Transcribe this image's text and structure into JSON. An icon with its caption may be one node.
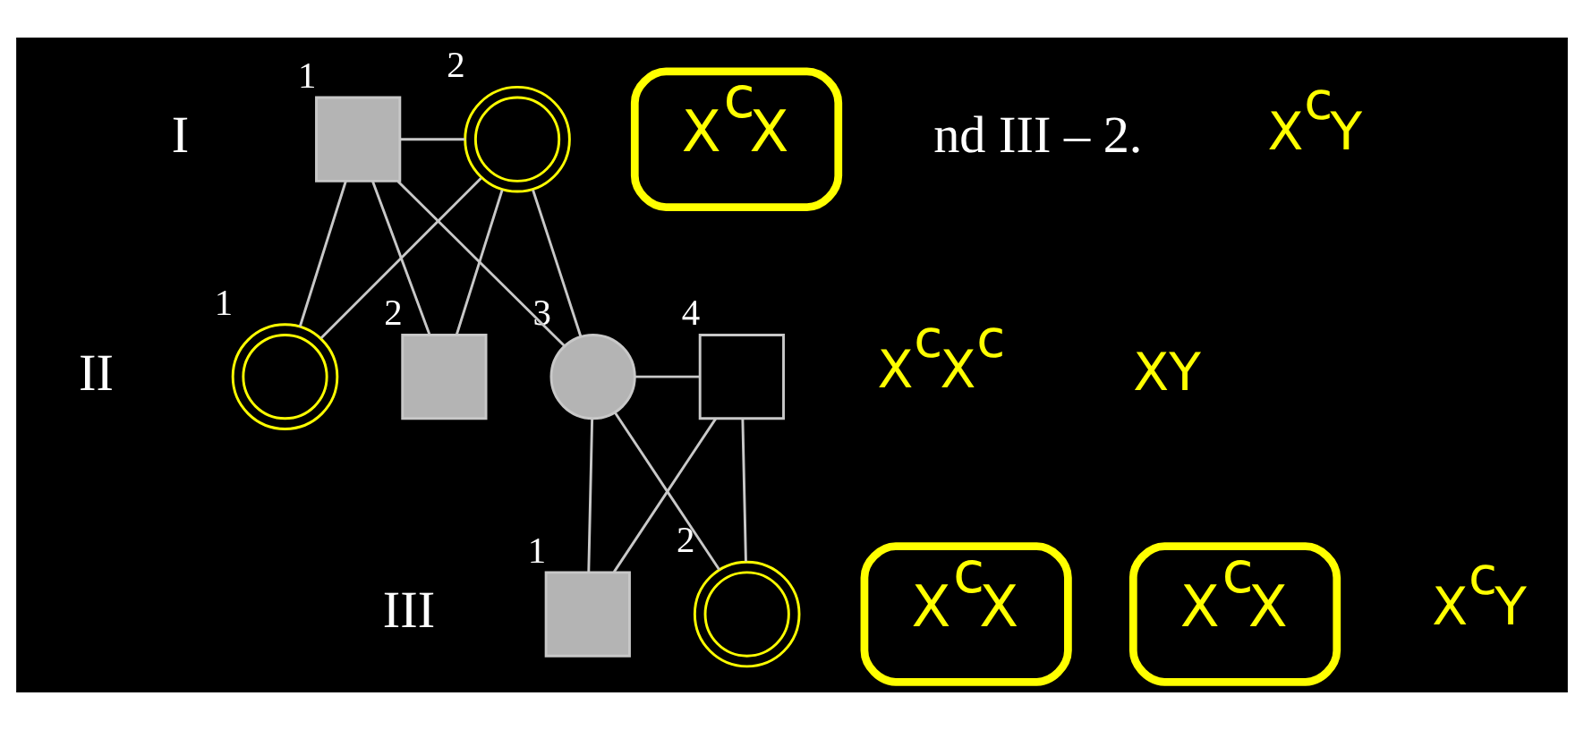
{
  "diagram": {
    "nodes": [
      {
        "text": [],
        "shape": "box",
        "beside": [
          "1"
        ]
      },
      {
        "text": [],
        "shape": "circle",
        "beside": [
          "2"
        ]
      },
      {
        "text": [],
        "shape": "circle",
        "beside": [
          "1"
        ]
      },
      {
        "text": [],
        "shape": "box",
        "beside": [
          "2"
        ]
      },
      {
        "text": [],
        "shape": "circle",
        "beside": [
          "3"
        ]
      },
      {
        "text": [],
        "shape": "box",
        "beside": [
          "4"
        ]
      },
      {
        "text": [],
        "shape": "box",
        "beside": [
          "1"
        ]
      },
      {
        "text": [],
        "shape": "circle",
        "beside": [
          "2"
        ]
      },
      {
        "text": [
          "X$^{c}$X"
        ]
      },
      {
        "text": [
          "X$^{c}$X"
        ]
      },
      {
        "text": [
          "X$^{c}$X"
        ]
      }
    ],
    "edges": [
      {
        "from": 0,
        "to": 1,
        "arrow": "none"
      },
      {
        "from": 0,
        "to": 2,
        "arrow": "none"
      },
      {
        "from": 1,
        "to": 2,
        "arrow": "none"
      },
      {
        "from": 0,
        "to": 3,
        "arrow": "none"
      },
      {
        "from": 1,
        "to": 3,
        "arrow": "none"
      },
      {
        "from": 0,
        "to": 4,
        "arrow": "none"
      },
      {
        "from": 1,
        "to": 4,
        "arrow": "none"
      },
      {
        "from": 4,
        "to": 5,
        "arrow": "none"
      },
      {
        "from": 4,
        "to": 6,
        "arrow": "none"
      },
      {
        "from": 5,
        "to": 6,
        "arrow": "none"
      },
      {
        "from": 4,
        "to": 7,
        "arrow": "none"
      },
      {
        "from": 5,
        "to": 7,
        "arrow": "none"
      }
    ],
    "labels": [
      "nd III – 2.",
      "X$^{c}$Y",
      "I",
      "X$^{c}$X$^{c}$",
      "XY",
      "II",
      "III",
      "X$^{c}$Y"
    ]
  }
}
